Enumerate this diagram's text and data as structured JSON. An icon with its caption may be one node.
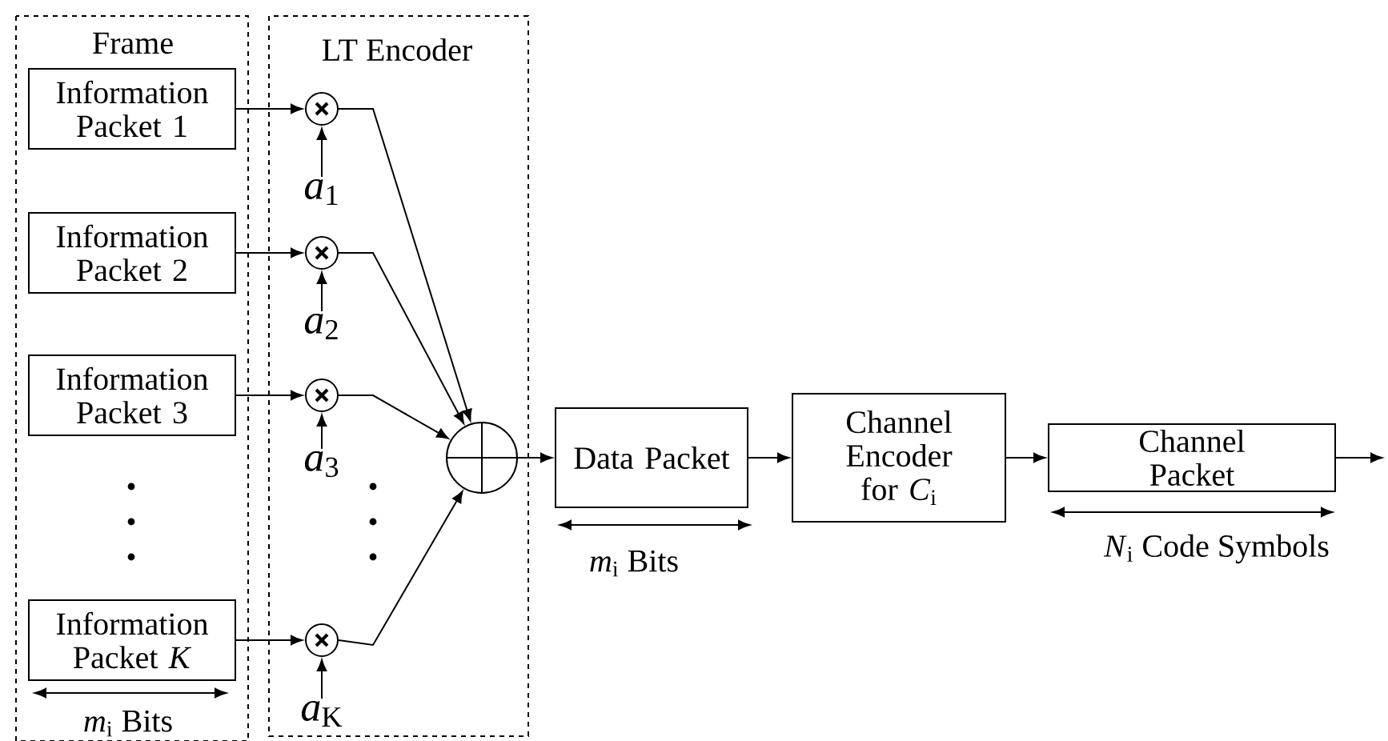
{
  "diagram": {
    "nodes": [
      {
        "text": [
          "Frame"
        ]
      },
      {
        "text": [
          "LT Encoder"
        ]
      },
      {
        "text": [
          "Information Packet 1"
        ],
        "in": 0
      },
      {
        "text": [
          "Information Packet 2"
        ],
        "in": 0
      },
      {
        "text": [
          "Information Packet 3"
        ],
        "in": 0
      },
      {
        "text": [
          "Information Packet *K*"
        ],
        "in": 0
      },
      {
        "text": [],
        "shape": "circle",
        "in": 1
      },
      {
        "text": [],
        "shape": "circle",
        "in": 1
      },
      {
        "text": [],
        "shape": "circle",
        "in": 1
      },
      {
        "text": [],
        "shape": "circle",
        "in": 1
      },
      {
        "text": [
          "*a*$_{1}$"
        ],
        "in": 1
      },
      {
        "text": [
          "*a*$_{2}$"
        ],
        "in": 1
      },
      {
        "text": [
          "*a*$_{3}$"
        ],
        "in": 1
      },
      {
        "text": [
          "*a*$_{K}$"
        ],
        "in": 1
      },
      {
        "text": [],
        "shape": "circle",
        "in": 1
      },
      {
        "text": [
          "Data Packet"
        ]
      },
      {
        "text": [
          "Channel Encoder for *C*$_{i}$"
        ]
      },
      {
        "text": [
          "Channel Packet"
        ]
      }
    ],
    "edges": [
      {
        "from": 2,
        "to": 6,
        "arrow": "to"
      },
      {
        "from": 3,
        "to": 7,
        "arrow": "to"
      },
      {
        "from": 4,
        "to": 8,
        "arrow": "to"
      },
      {
        "from": 5,
        "to": 9,
        "arrow": "to"
      },
      {
        "from": 10,
        "to": 6,
        "arrow": "to"
      },
      {
        "from": 11,
        "to": 7,
        "arrow": "to"
      },
      {
        "from": 12,
        "to": 8,
        "arrow": "to"
      },
      {
        "from": 13,
        "to": 9,
        "arrow": "to"
      },
      {
        "from": 6,
        "to": 14,
        "arrow": "to"
      },
      {
        "from": 7,
        "to": 14,
        "arrow": "to"
      },
      {
        "from": 8,
        "to": 14,
        "arrow": "to"
      },
      {
        "from": 9,
        "to": 14,
        "arrow": "to"
      },
      {
        "from": 14,
        "to": 15,
        "arrow": "to"
      },
      {
        "from": 15,
        "to": 16,
        "arrow": "to"
      },
      {
        "from": 16,
        "to": 17,
        "arrow": "to"
      },
      {
        "from": 17,
        "to": null,
        "arrow": "to"
      }
    ],
    "labels": [
      "*m*$_{i}$ Bits",
      "*m*$_{i}$ Bits",
      "*N*$_{i}$ Code Symbols"
    ]
  }
}
